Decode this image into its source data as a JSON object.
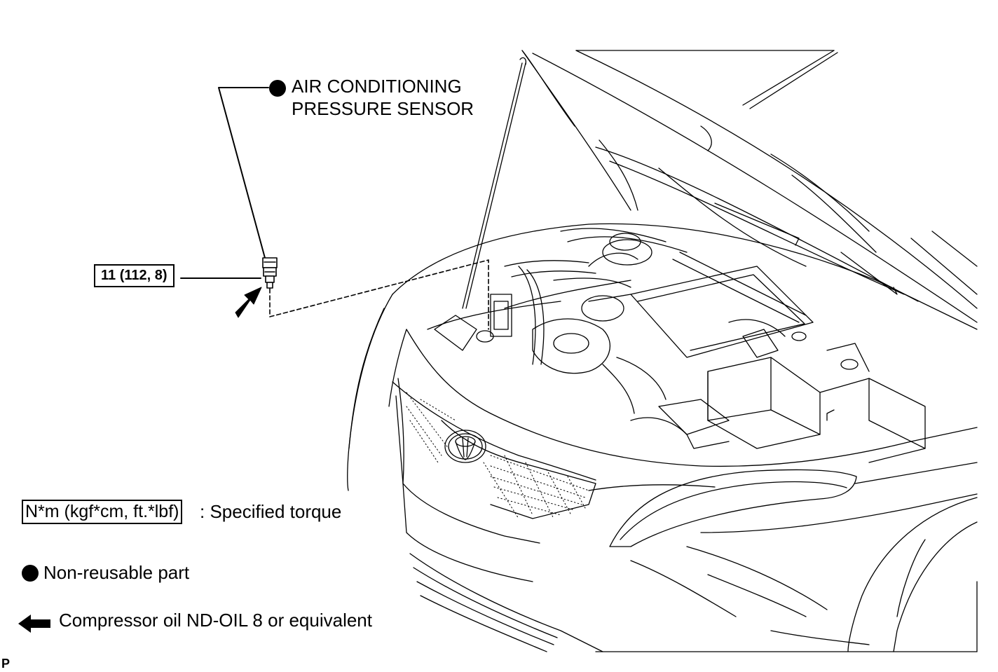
{
  "callout": {
    "part_line1": "AIR CONDITIONING",
    "part_line2": "PRESSURE SENSOR",
    "torque": "11 (112, 8)"
  },
  "legend": {
    "torque_unit": "N*m (kgf*cm, ft.*lbf)",
    "torque_desc": ": Specified torque",
    "nonreusable": "Non-reusable part",
    "oil": "Compressor oil ND-OIL 8 or equivalent"
  },
  "corner_mark": "P",
  "icons": {
    "nonreusable": "filled-circle-icon",
    "oil": "filled-arrow-icon"
  }
}
